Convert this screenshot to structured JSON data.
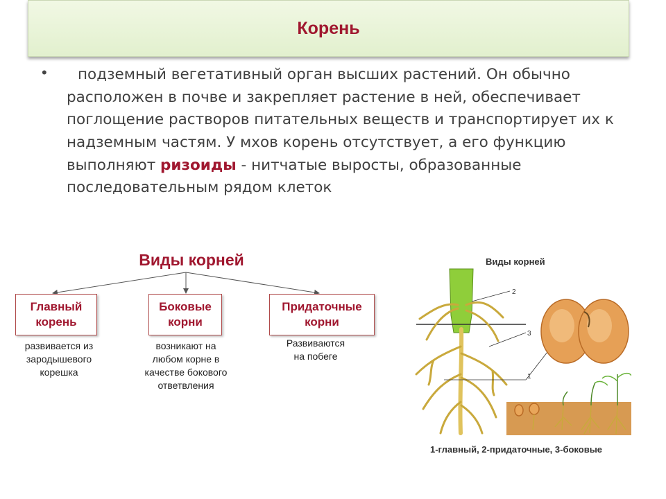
{
  "title": "Корень",
  "paragraph": {
    "bullet": "•",
    "text_before": "подземный вегетативный орган высших растений. Он обычно расположен в почве и закрепляет растение в ней, обеспечивает поглощение растворов питательных веществ и транспортирует их к надземным частям. У мхов корень отсутствует, а его функцию выполняют ",
    "highlight": "ризоиды",
    "text_after": " - нитчатые выросты, образованные последовательным рядом клеток"
  },
  "diagram": {
    "title": "Виды корней",
    "items": [
      {
        "label": "Главный\nкорень",
        "description": "развивается из\nзародышевого\nкорешка"
      },
      {
        "label": "Боковые\nкорни",
        "description": "возникают на\nлюбом корне в\nкачестве бокового\nответвления"
      },
      {
        "label": "Придаточные\nкорни",
        "description": "Развиваются\nна побеге"
      }
    ]
  },
  "picture": {
    "title": "Виды корней",
    "labels": [
      "2",
      "3",
      "1"
    ],
    "caption": "1-главный, 2-придаточные, 3-боковые"
  },
  "colors": {
    "accent": "#a0172f",
    "title_bg": "#e6f2d4",
    "stem": "#8fce3a",
    "root": "#e8cf6a",
    "soil": "#c98a43"
  }
}
